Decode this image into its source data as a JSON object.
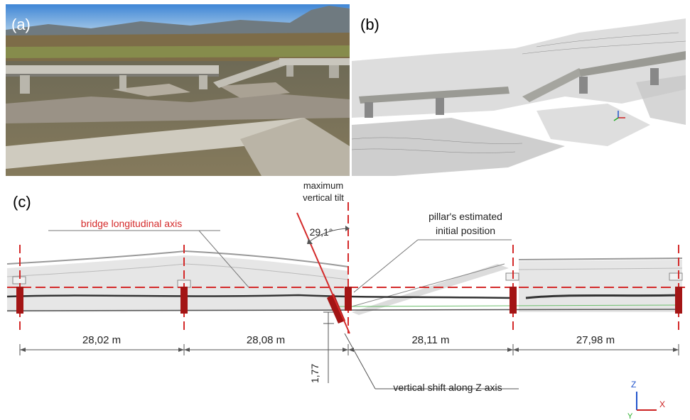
{
  "panels": {
    "a": {
      "label": "(a)"
    },
    "b": {
      "label": "(b)"
    },
    "c": {
      "label": "(c)"
    }
  },
  "annotations": {
    "axis_label": "bridge longitudinal axis",
    "tilt_line1": "maximum",
    "tilt_line2": "vertical tilt",
    "tilt_angle": "29,1°",
    "pillar_line1": "pillar's estimated",
    "pillar_line2": "initial position",
    "vertical_shift": "1,77",
    "shift_note": "vertical shift along Z axis"
  },
  "spans": [
    {
      "length": "28,02 m"
    },
    {
      "length": "28,08 m"
    },
    {
      "length": "28,11 m"
    },
    {
      "length": "27,98 m"
    }
  ],
  "axes_triad": {
    "z": "Z",
    "x": "X",
    "y": "Y"
  },
  "colors": {
    "axis_red": "#d42a2a",
    "pillar_red": "#a31515",
    "dim_gray": "#555555"
  }
}
